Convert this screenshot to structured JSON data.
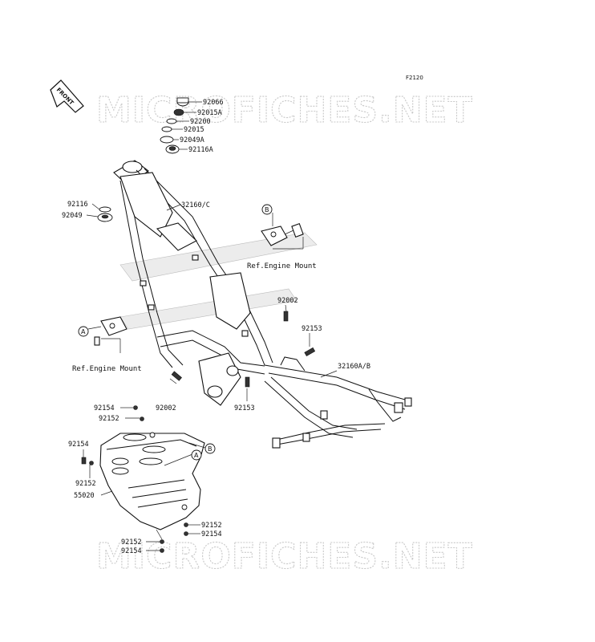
{
  "figure_code": "F2120",
  "watermark": "MICROFICHES.NET",
  "front_icon_text": "FRONT",
  "references": {
    "engine_mount_b": "Ref.Engine Mount",
    "engine_mount_a": "Ref.Engine Mount"
  },
  "callouts": {
    "a": "A",
    "b": "B"
  },
  "parts": {
    "p92066": "92066",
    "p92015A": "92015A",
    "p92200": "92200",
    "p92015": "92015",
    "p92049A": "92049A",
    "p92116A": "92116A",
    "p92116": "92116",
    "p92049": "92049",
    "p32160C": "32160/C",
    "p92002_right": "92002",
    "p92153_right": "92153",
    "p32160AB": "32160A/B",
    "p92002_low": "92002",
    "p92153_low": "92153",
    "p92154_a": "92154",
    "p92152_a": "92152",
    "p92154_b": "92154",
    "p92152_b": "92152",
    "p55020": "55020",
    "p92152_c": "92152",
    "p92154_c": "92154",
    "p92152_d": "92152",
    "p92154_d": "92154"
  }
}
